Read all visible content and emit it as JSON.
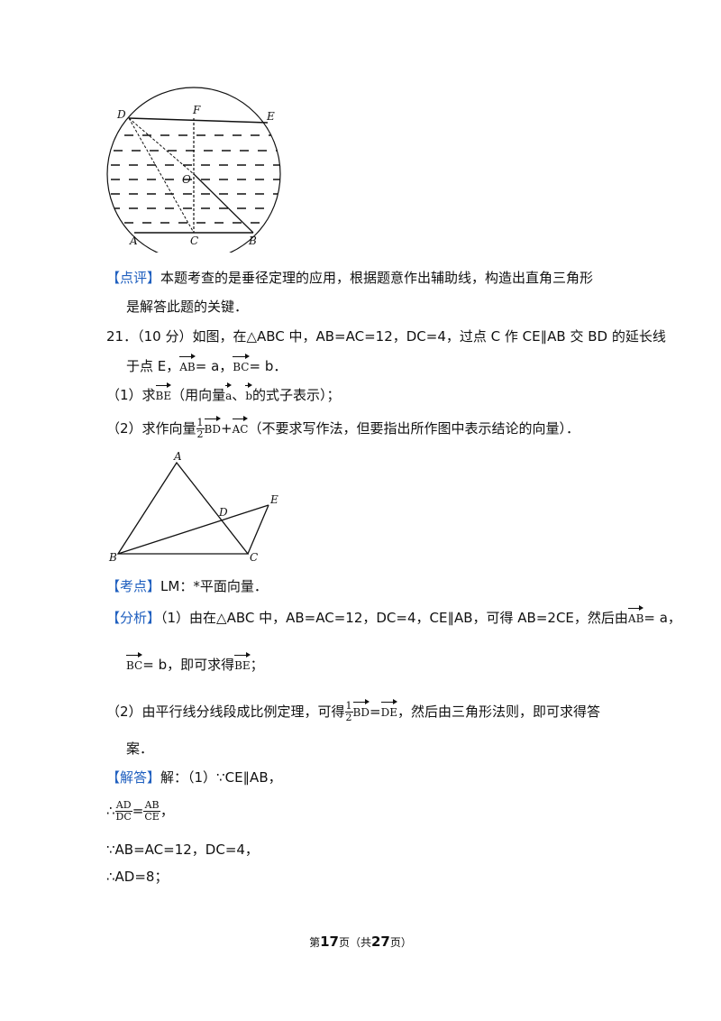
{
  "figure1": {
    "labels": {
      "D": "D",
      "F": "F",
      "E": "E",
      "O": "O",
      "A": "A",
      "C": "C",
      "B": "B"
    }
  },
  "review": {
    "tag": "【点评】",
    "line1": "本题考查的是垂径定理的应用，根据题意作出辅助线，构造出直角三角形",
    "line2": "是解答此题的关键．"
  },
  "q21": {
    "line1": "21．（10 分）如图，在△ABC 中，AB=AC=12，DC=4，过点 C 作 CE∥AB 交 BD 的延长线",
    "line2_pre": "于点 E，",
    "v_ab": "AB",
    "eq_a": "= a，",
    "v_bc": "BC",
    "eq_b": "= b．",
    "part1_pre": "（1）求",
    "v_be": "BE",
    "part1_mid": "（用向量",
    "a": "a",
    "sep": "、",
    "b": "b",
    "part1_post": "的式子表示）；",
    "part2_pre": "（2）求作向量",
    "half_num": "1",
    "half_den": "2",
    "v_bd": "BD",
    "plus": "+",
    "v_ac": "AC",
    "part2_post": "（不要求写作法，但要指出所作图中表示结论的向量）．"
  },
  "figure2": {
    "labels": {
      "A": "A",
      "B": "B",
      "C": "C",
      "D": "D",
      "E": "E"
    }
  },
  "kaodian": {
    "tag": "【考点】",
    "text": "LM：*平面向量．"
  },
  "fenxi": {
    "tag": "【分析】",
    "line1": "（1）由在△ABC 中，AB=AC=12，DC=4，CE∥AB，可得 AB=2CE，然后由",
    "v_ab": "AB",
    "eq_a": "= a，",
    "v_bc": "BC",
    "eq_b": "= b，即可求得",
    "v_be": "BE",
    "end": "；",
    "line3_pre": "（2）由平行线分线段成比例定理，可得",
    "half_num": "1",
    "half_den": "2",
    "v_bd": "BD",
    "eq": "=",
    "v_de": "DE",
    "line3_post": "，然后由三角形法则，即可求得答",
    "line4": "案．"
  },
  "jieda": {
    "tag": "【解答】",
    "text": "解：（1）∵CE∥AB，",
    "therefore1": "∴",
    "f1_num": "AD",
    "f1_den": "DC",
    "f_eq": "=",
    "f2_num": "AB",
    "f2_den": "CE",
    "f_end": "，",
    "line3": "∵AB=AC=12，DC=4，",
    "line4": "∴AD=8；"
  },
  "footer": {
    "pre": "第",
    "page": "17",
    "mid": "页（共",
    "total": "27",
    "post": "页）"
  }
}
